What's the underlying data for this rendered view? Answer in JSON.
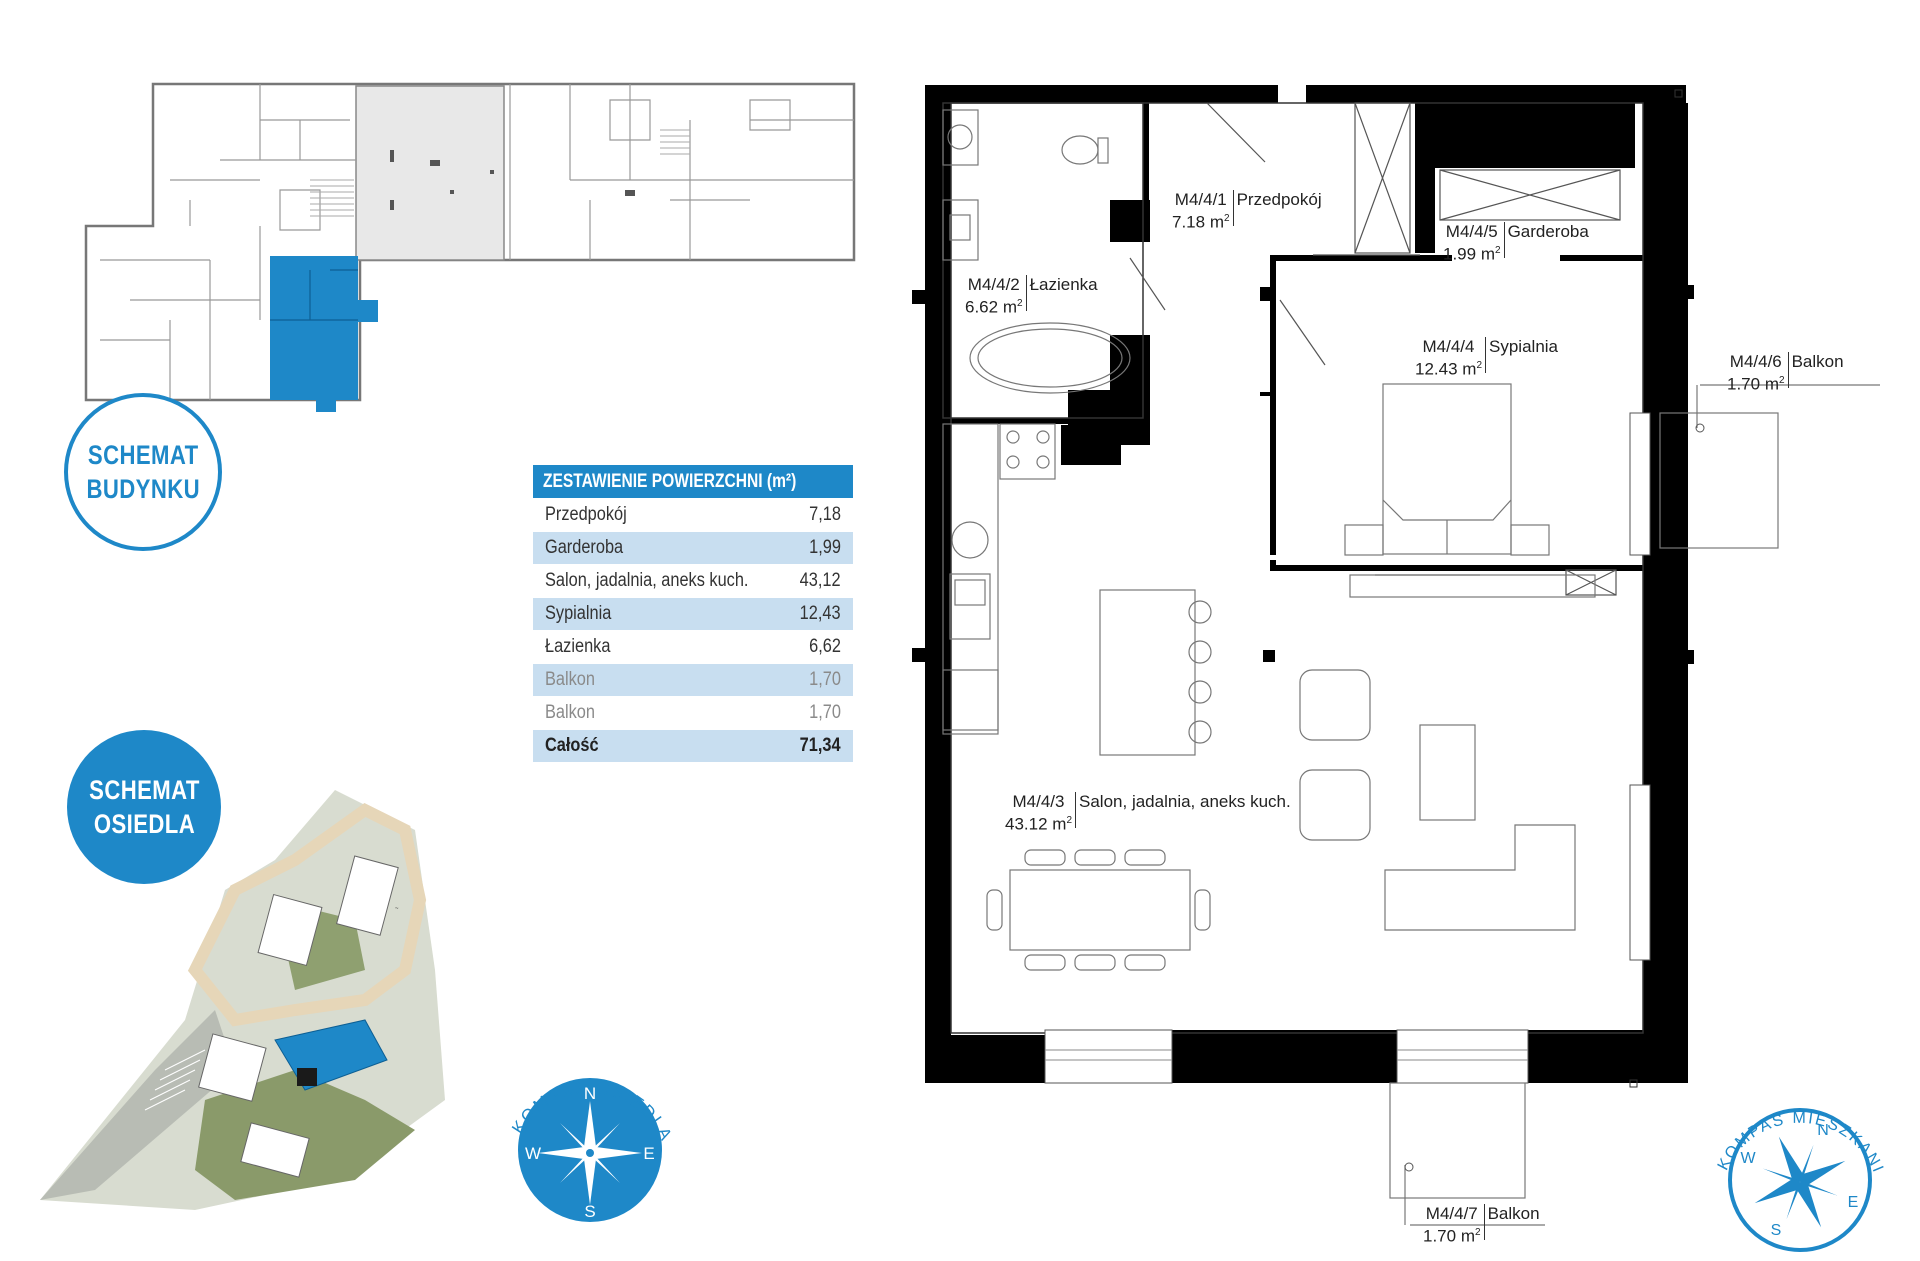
{
  "schemat_budynku": [
    "SCHEMAT",
    "BUDYNKU"
  ],
  "schemat_osiedla": [
    "SCHEMAT",
    "OSIEDLA"
  ],
  "table": {
    "title": "ZESTAWIENIE POWIERZCHNI (m²)",
    "rows": [
      {
        "label": "Przedpokój",
        "value": "7,18"
      },
      {
        "label": "Garderoba",
        "value": "1,99"
      },
      {
        "label": "Salon, jadalnia, aneks kuch.",
        "value": "43,12"
      },
      {
        "label": "Sypialnia",
        "value": "12,43"
      },
      {
        "label": "Łazienka",
        "value": "6,62"
      },
      {
        "label": "Balkon",
        "value": "1,70"
      },
      {
        "label": "Balkon",
        "value": "1,70"
      }
    ],
    "total": {
      "label": "Całość",
      "value": "71,34"
    }
  },
  "rooms": [
    {
      "code": "M4/4/1",
      "area": "7.18",
      "name": "Przedpokój"
    },
    {
      "code": "M4/4/5",
      "area": "1.99",
      "name": "Garderoba"
    },
    {
      "code": "M4/4/2",
      "area": "6.62",
      "name": "Łazienka"
    },
    {
      "code": "M4/4/4",
      "area": "12.43",
      "name": "Sypialnia"
    },
    {
      "code": "M4/4/6",
      "area": "1.70",
      "name": "Balkon"
    },
    {
      "code": "M4/4/3",
      "area": "43.12",
      "name": "Salon, jadalnia, aneks kuch."
    },
    {
      "code": "M4/4/7",
      "area": "1.70",
      "name": "Balkon"
    }
  ],
  "area_unit": "m",
  "compass_osiedla": {
    "title": "KOMPAS OSIEDLA",
    "n": "N",
    "e": "E",
    "s": "S",
    "w": "W"
  },
  "compass_mieszkania": {
    "title": "KOMPAS MIESZKANIA",
    "n": "N",
    "e": "E",
    "s": "S",
    "w": "W"
  },
  "colors": {
    "accent": "#1e88c8",
    "table_alt": "#c8def0",
    "wall": "#000000"
  }
}
